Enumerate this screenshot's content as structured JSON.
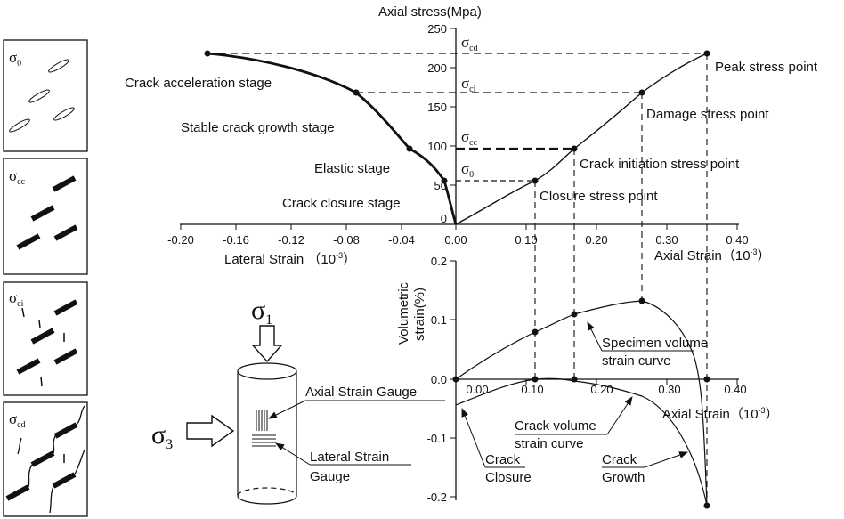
{
  "colors": {
    "ink": "#111111",
    "background": "#ffffff"
  },
  "crack_panels": [
    {
      "label": "σ",
      "sub": "0"
    },
    {
      "label": "σ",
      "sub": "cc"
    },
    {
      "label": "σ",
      "sub": "ci"
    },
    {
      "label": "σ",
      "sub": "cd"
    }
  ],
  "top_chart": {
    "y_axis_title": "Axial  stress(Mpa)",
    "y_ticks": [
      "250",
      "200",
      "150",
      "100",
      "50",
      "0"
    ],
    "x_ticks": [
      "-0.20",
      "-0.16",
      "-0.12",
      "-0.08",
      "-0.04",
      "0.00",
      "0.10",
      "0.20",
      "0.30",
      "0.40"
    ],
    "lateral_label": "Lateral Strain （10",
    "lateral_exp": "-3",
    "lateral_close": "）",
    "axial_label": "Axial Strain（10",
    "axial_exp": "-3",
    "axial_close": "）",
    "thresholds": [
      {
        "sym": "σ",
        "sub": "cd"
      },
      {
        "sym": "σ",
        "sub": "ci"
      },
      {
        "sym": "σ",
        "sub": "cc"
      },
      {
        "sym": "σ",
        "sub": "0"
      }
    ],
    "right_points": [
      "Peak stress point",
      "Damage stress point",
      "Crack initiation stress point",
      "Closure stress point"
    ],
    "left_stages": [
      "Crack acceleration stage",
      "Stable crack growth stage",
      "Elastic stage",
      "Crack closure stage"
    ]
  },
  "chart_data": [
    {
      "type": "line",
      "title": "",
      "ylabel": "Axial  stress(Mpa)",
      "ylim": [
        0,
        250
      ],
      "series": [
        {
          "name": "",
          "side": "axial",
          "x": [
            0.0,
            0.11,
            0.17,
            0.265,
            0.35
          ],
          "y": [
            0,
            55,
            93,
            163,
            212
          ]
        },
        {
          "name": "",
          "side": "lateral",
          "x": [
            0.0,
            -0.012,
            -0.032,
            -0.072,
            -0.175
          ],
          "y": [
            0,
            55,
            93,
            163,
            212
          ]
        }
      ]
    },
    {
      "type": "line",
      "title": "",
      "ylabel": "Volumetric strain(%)",
      "xlabel": "Axial Strain（10-3）",
      "xlim": [
        0,
        0.4
      ],
      "ylim": [
        -0.2,
        0.2
      ],
      "series": [
        {
          "name": "Specimen volume strain curve",
          "x": [
            0.0,
            0.11,
            0.17,
            0.265,
            0.35
          ],
          "y": [
            0.0,
            0.08,
            0.108,
            0.13,
            -0.215
          ]
        },
        {
          "name": "Crack volume strain curve",
          "x": [
            0.0,
            0.11,
            0.17,
            0.265,
            0.35
          ],
          "y": [
            -0.045,
            0.0,
            -0.005,
            -0.055,
            -0.215
          ]
        }
      ]
    }
  ],
  "vol_chart": {
    "y_title_1": "Volumetric",
    "y_title_2": "strain(%)",
    "y_ticks": [
      "0.2",
      "0.1",
      "0.0",
      "-0.1",
      "-0.2"
    ],
    "x_ticks": [
      "0.00",
      "0.10",
      "0.20",
      "0.30",
      "0.40"
    ],
    "x_label": "Axial Strain（10",
    "x_exp": "-3",
    "x_close": "）",
    "specimen_1": "Specimen volume",
    "specimen_2": "strain curve",
    "crackvol_1": "Crack volume",
    "crackvol_2": "strain curve",
    "closure_1": "Crack",
    "closure_2": "Closure",
    "growth_1": "Crack",
    "growth_2": "Growth"
  },
  "specimen": {
    "sigma1": "σ",
    "sigma1_sub": "1",
    "sigma3": "σ",
    "sigma3_sub": "3",
    "axial_gauge": "Axial Strain Gauge",
    "lateral_1": "Lateral Strain",
    "lateral_2": "Gauge"
  }
}
